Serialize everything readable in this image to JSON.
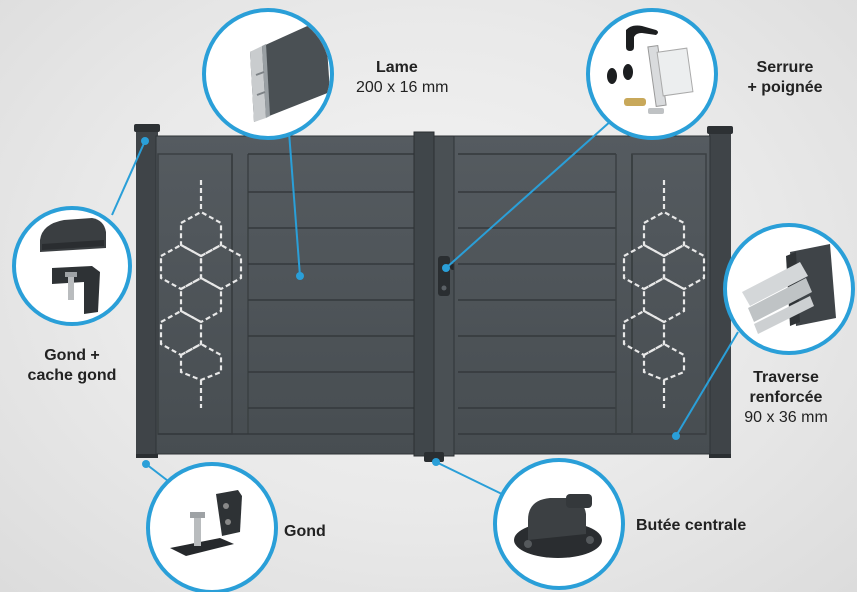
{
  "colors": {
    "gate": "#4b5155",
    "gate_dark": "#3a3f43",
    "gate_line": "#2f3437",
    "callout": "#2a9fd8",
    "circle_bg": "#ffffff"
  },
  "callouts": {
    "lame": {
      "title": "Lame",
      "subtitle": "200 x 16 mm",
      "icon": "aluminium-slat-profile"
    },
    "serrure": {
      "title_line1": "Serrure",
      "title_line2": "+ poignée",
      "icon": "lock-and-handle-kit"
    },
    "gond_cache": {
      "title_line1": "Gond +",
      "title_line2": "cache gond",
      "icon": "hinge-with-cover"
    },
    "traverse": {
      "title_line1": "Traverse",
      "title_line2": "renforcée",
      "subtitle": "90 x 36 mm",
      "icon": "reinforced-crossbar-profile"
    },
    "gond": {
      "title": "Gond",
      "icon": "hinge-bracket"
    },
    "butee": {
      "title": "Butée centrale",
      "icon": "central-gate-stop"
    }
  }
}
